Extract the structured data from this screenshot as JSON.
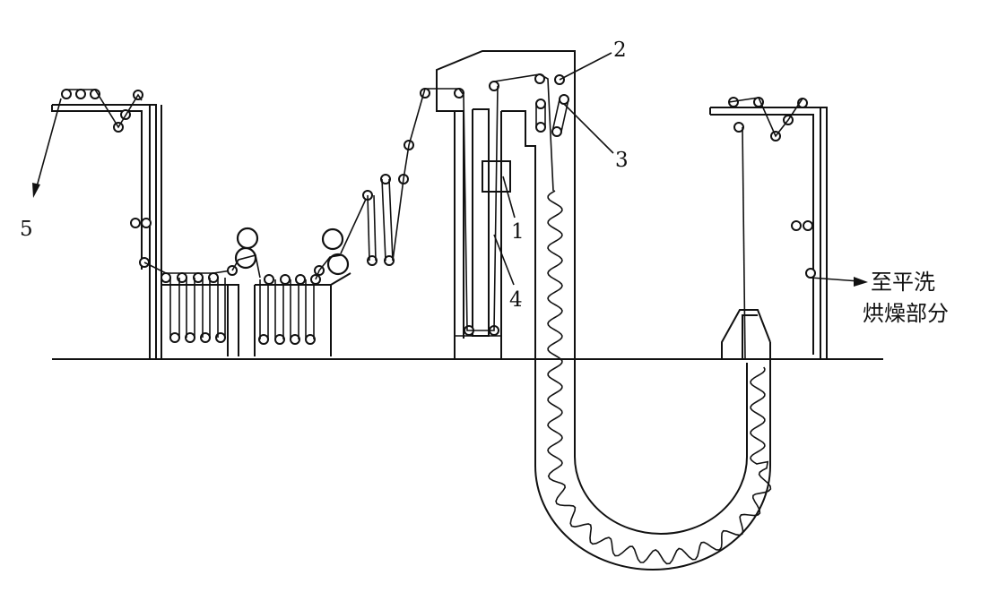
{
  "labels": {
    "l1": "1",
    "l2": "2",
    "l3": "3",
    "l4": "4",
    "l5": "5"
  },
  "outlet_text": {
    "line1": "至平洗",
    "line2": "烘燥部分"
  },
  "colors": {
    "ink": "#111111",
    "background": "#ffffff"
  }
}
